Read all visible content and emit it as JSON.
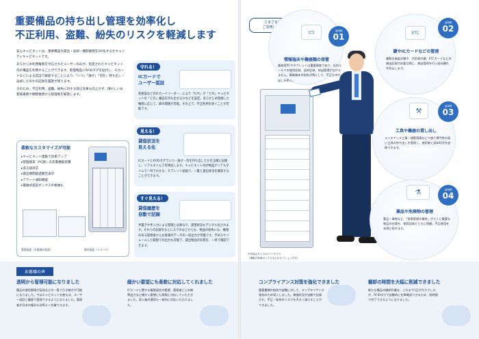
{
  "left": {
    "headline": [
      "重要備品の持ち出し管理を効率化し",
      "不正利用、盗難、紛失のリスクを軽減します"
    ],
    "intro": [
      "安心キャビネットは、重要備品の貸出・返却・棚卸業務をDX化するセキュリティキャビネットです。",
      "あらかじめ利用権限を付与されたユーザーのみが、指定されたキャビネット内の備品を利用することができます。管理物品にRFIDタグを貼付し、ICカードなどによる認証で解錠することにより、「いつ」「誰が」「何を」持ち出し・返却したのかの記録を履歴が残ります。",
      "そのため、不正利用、盗難、紛失に対する抑止効果も向上せず、煩わしいお客様業務や棚卸業務から管理者を解放します。"
    ],
    "custom": {
      "title": "柔軟なカスタマイズが可能",
      "features": [
        "キャビネット連動で効率アップ",
        "管理端末（PC版）の充電機能装備",
        "多言語対応",
        "貸出期間超過警告表示",
        "アラート通知機能",
        "電磁式錠前ボックスの格納も"
      ],
      "caption_a": "管理画面（お客様の画面）",
      "caption_b": "操作画面（イメージ）"
    },
    "bubbles": [
      {
        "title": "守れる！",
        "head": "ICカードで\nユーザー認証",
        "text": "各施設などのICカードリーダー…により「だれ」が「どの」キャビネットの「どの」備品を持ち出せるかなどを設定。あらかじめ登録した権限に応じて、扉の開閉が可能。その上で、不正利用を防ぐことが可能です。"
      },
      {
        "title": "見える！",
        "head": "貸借状況を\n見える化",
        "text": "ICカードとRFIDタグでいつ・誰が・何を持ち出したかを正確に記録し、リアルタイムで可視化します。キャビネット内の物品がリアルタイムで一目でわかる、タブレット画面で、一覧と貸出状況を確認することができます。"
      },
      {
        "title": "すぐ見える！",
        "head": "貸借履歴を\n自動で記録",
        "text": "手書きや手入力による管理とは異なり、貸借状況もデジタル化されます。それらの記録をもとにスマホなどからも、物品の紛失にも、権限のある管理者からお客様のデータの一括出力が可能です。予めスケジュールした範囲での出力も可能で、貸出物品の有無を、一目で確認できます。"
      }
    ],
    "voices": {
      "label": "お客様の声",
      "items": [
        {
          "head": "透明から管理可能になりました",
          "text": "備品の使用期限が延長などの一覧で引き継ぎが可能になりました。今はキャビネットを使えば、ユーザー認証と履歴で管理できるようになりました。管理者が月末の集計も効率よく作業できます。"
        },
        {
          "head": "細かい要望にも柔軟に対応してくれました",
          "text": "ICカードに関する権限設定の要望、管理者ごとの帳票出力など細かい要望にも柔軟に対応していただきました。導入後の運用も一体的に対応いただけました。"
        }
      ]
    }
  },
  "right": {
    "pill": [
      "さまざまな分野で",
      "ご活用いただけます"
    ],
    "cases": [
      {
        "label": "活用例",
        "num": "01",
        "head": "情報端末や機器類の保管",
        "text": "業務用PCやタブレットは重要資産であり、社内ルールでの使用記録、返却記録、持出管理が欠かせません。情報端末の紛失対策として、不正な持ち出しを防ぐ。"
      },
      {
        "label": "活用例",
        "num": "02",
        "head": "鍵やICカードなどの管理",
        "text": "複数の施設の鍵や、共用車の鍵、ETCカードなどの貸出記録が必要な際に、貸出管理を行い返却漏れを防止します。"
      },
      {
        "label": "活用例",
        "num": "03",
        "head": "工具や機器の貸し出し",
        "text": "メンテナンス工事・建築現場などで使う専門性の高い工具の持ち出しを管理し、使用者と返却状況を追跡できます。"
      },
      {
        "label": "活用例",
        "num": "04",
        "head": "薬品や危険物の管理",
        "text": "薬品・毒物など、「保管管理の徹底」がとくに重要な物品の在庫を、使用記録とともに把握。不正使用を未然に防ぎます。"
      }
    ],
    "product_caption": [
      "※写真はタイプAパーツモデル",
      "（電動式前扉ボックスなどのオプション付き）"
    ],
    "voices": {
      "items": [
        {
          "head": "コンプライアンス対策を強化できました",
          "text": "重要書類の紛失や盗難に対して、コンプライアンス強化のため導入しました。貸借状況が自動で記録され、不正・紛失のリスクを大きく減らすことができました。"
        },
        {
          "head": "棚卸の時間を大幅に削減できました",
          "text": "新たな備品の棚卸作業は、これまで1日がかりでしたが、RFIDタグで自動的に在庫確認できるため、短時間で完了できるようになりました。"
        }
      ]
    }
  }
}
